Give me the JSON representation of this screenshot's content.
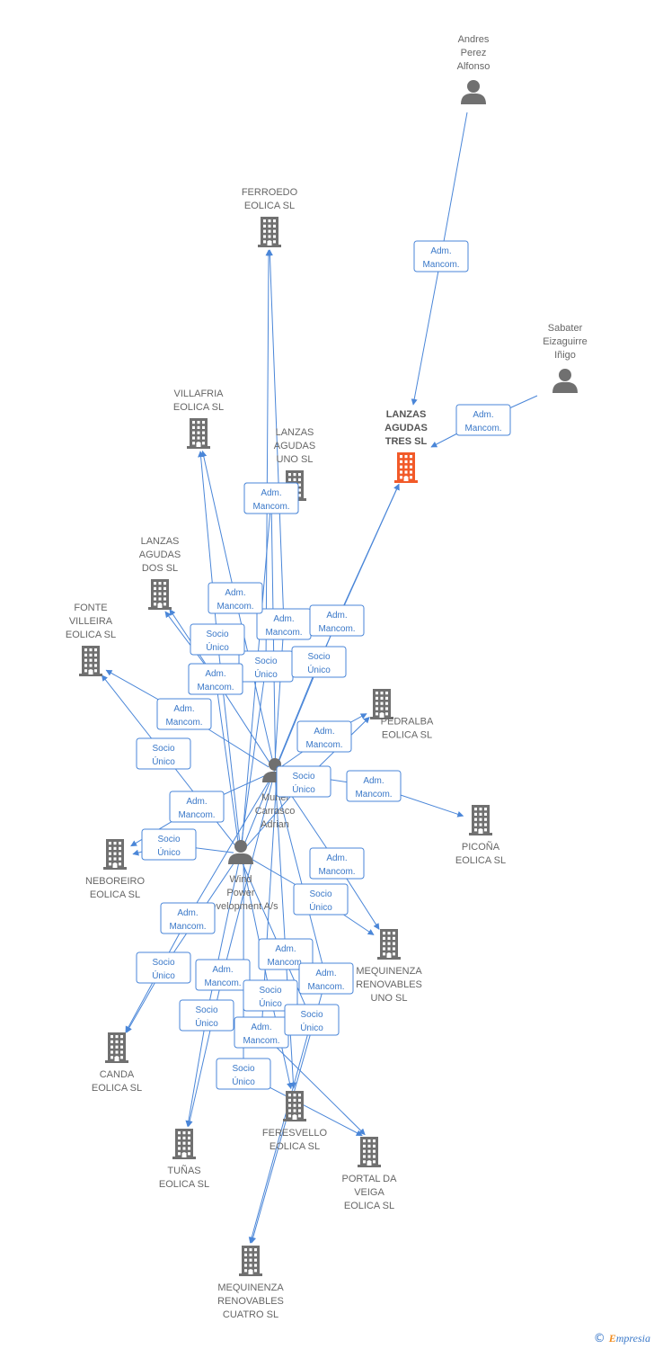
{
  "colors": {
    "edge": "#4a86d8",
    "company_icon": "#707070",
    "person_icon": "#707070",
    "highlight_company": "#f25a29",
    "label_text": "#666666",
    "role_text": "#3a78c8"
  },
  "nodes": [
    {
      "id": "andres",
      "kind": "person",
      "icon": "person-icon",
      "lines": [
        "Andres",
        "Perez",
        "Alfonso"
      ]
    },
    {
      "id": "sabater",
      "kind": "person",
      "icon": "person-icon",
      "lines": [
        "Sabater",
        "Eizaguirre",
        "Iñigo"
      ]
    },
    {
      "id": "ferroedo",
      "kind": "company",
      "icon": "building-icon",
      "lines": [
        "FERROEDO",
        "EOLICA  SL"
      ]
    },
    {
      "id": "lanzas_tres",
      "kind": "company",
      "icon": "building-icon",
      "highlight": true,
      "lines": [
        "LANZAS",
        "AGUDAS",
        "TRES  SL"
      ]
    },
    {
      "id": "villafria",
      "kind": "company",
      "icon": "building-icon",
      "lines": [
        "VILLAFRIA",
        "EOLICA  SL"
      ]
    },
    {
      "id": "lanzas_uno",
      "kind": "company",
      "icon": "building-icon",
      "lines": [
        "LANZAS",
        "AGUDAS",
        "UNO  SL"
      ]
    },
    {
      "id": "lanzas_dos",
      "kind": "company",
      "icon": "building-icon",
      "lines": [
        "LANZAS",
        "AGUDAS",
        "DOS  SL"
      ]
    },
    {
      "id": "fonte",
      "kind": "company",
      "icon": "building-icon",
      "lines": [
        "FONTE",
        "VILLEIRA",
        "EOLICA  SL"
      ]
    },
    {
      "id": "pedralba",
      "kind": "company",
      "icon": "building-icon",
      "lines": [
        "PEDRALBA",
        "EOLICA  SL"
      ]
    },
    {
      "id": "muriel",
      "kind": "person",
      "icon": "person-icon",
      "lines": [
        "Muriel",
        "Carrasco",
        "Adrian"
      ]
    },
    {
      "id": "picona",
      "kind": "company",
      "icon": "building-icon",
      "lines": [
        "PICOÑA",
        "EOLICA  SL"
      ]
    },
    {
      "id": "neboreiro",
      "kind": "company",
      "icon": "building-icon",
      "lines": [
        "NEBOREIRO",
        "EOLICA  SL"
      ]
    },
    {
      "id": "wind",
      "kind": "person",
      "icon": "person-icon",
      "lines": [
        "Wind",
        "Power",
        "Development A/s"
      ]
    },
    {
      "id": "mequinenza_uno",
      "kind": "company",
      "icon": "building-icon",
      "lines": [
        "MEQUINENZA",
        "RENOVABLES",
        "UNO  SL"
      ]
    },
    {
      "id": "canda",
      "kind": "company",
      "icon": "building-icon",
      "lines": [
        "CANDA",
        "EOLICA  SL"
      ]
    },
    {
      "id": "feresvello",
      "kind": "company",
      "icon": "building-icon",
      "lines": [
        "FERESVELLO",
        "EOLICA  SL"
      ]
    },
    {
      "id": "portal",
      "kind": "company",
      "icon": "building-icon",
      "lines": [
        "PORTAL DA",
        "VEIGA",
        "EOLICA  SL"
      ]
    },
    {
      "id": "tunas",
      "kind": "company",
      "icon": "building-icon",
      "lines": [
        "TUÑAS",
        "EOLICA  SL"
      ]
    },
    {
      "id": "mequinenza_cuatro",
      "kind": "company",
      "icon": "building-icon",
      "lines": [
        "MEQUINENZA",
        "RENOVABLES",
        "CUATRO  SL"
      ]
    }
  ],
  "edges": [
    {
      "from": "andres",
      "to": "lanzas_tres",
      "role": [
        "Adm.",
        "Mancom."
      ]
    },
    {
      "from": "sabater",
      "to": "lanzas_tres",
      "role": [
        "Adm.",
        "Mancom."
      ]
    },
    {
      "from": "muriel",
      "to": "lanzas_uno",
      "role": [
        "Adm.",
        "Mancom."
      ]
    },
    {
      "from": "wind",
      "to": "lanzas_uno",
      "role": [
        "Adm.",
        "Mancom."
      ]
    },
    {
      "from": "muriel",
      "to": "ferroedo",
      "role": [
        "Adm.",
        "Mancom."
      ]
    },
    {
      "from": "wind",
      "to": "ferroedo",
      "role": [
        "Socio",
        "Único"
      ]
    },
    {
      "from": "muriel",
      "to": "lanzas_tres",
      "role": [
        "Adm.",
        "Mancom."
      ]
    },
    {
      "from": "wind",
      "to": "lanzas_tres",
      "role": [
        "Socio",
        "Único"
      ]
    },
    {
      "from": "muriel",
      "to": "villafria",
      "role": [
        "Adm.",
        "Mancom."
      ]
    },
    {
      "from": "wind",
      "to": "villafria",
      "role": [
        "Socio",
        "Único"
      ]
    },
    {
      "from": "muriel",
      "to": "lanzas_dos",
      "role": [
        "Adm.",
        "Mancom."
      ]
    },
    {
      "from": "wind",
      "to": "lanzas_dos",
      "role": [
        "Adm.",
        "Mancom."
      ]
    },
    {
      "from": "muriel",
      "to": "fonte",
      "role": [
        "Adm.",
        "Mancom."
      ]
    },
    {
      "from": "wind",
      "to": "fonte",
      "role": [
        "Socio",
        "Único"
      ]
    },
    {
      "from": "muriel",
      "to": "pedralba",
      "role": [
        "Adm.",
        "Mancom."
      ]
    },
    {
      "from": "wind",
      "to": "pedralba",
      "role": [
        "Socio",
        "Único"
      ]
    },
    {
      "from": "muriel",
      "to": "picona",
      "role": [
        "Adm.",
        "Mancom."
      ]
    },
    {
      "from": "muriel",
      "to": "neboreiro",
      "role": [
        "Adm.",
        "Mancom."
      ]
    },
    {
      "from": "wind",
      "to": "neboreiro",
      "role": [
        "Socio",
        "Único"
      ]
    },
    {
      "from": "muriel",
      "to": "mequinenza_uno",
      "role": [
        "Adm.",
        "Mancom."
      ]
    },
    {
      "from": "wind",
      "to": "mequinenza_uno",
      "role": [
        "Socio",
        "Único"
      ]
    },
    {
      "from": "muriel",
      "to": "canda",
      "role": [
        "Adm.",
        "Mancom."
      ]
    },
    {
      "from": "wind",
      "to": "canda",
      "role": [
        "Socio",
        "Único"
      ]
    },
    {
      "from": "muriel",
      "to": "tunas",
      "role": [
        "Adm.",
        "Mancom."
      ]
    },
    {
      "from": "wind",
      "to": "tunas",
      "role": [
        "Socio",
        "Único"
      ]
    },
    {
      "from": "muriel",
      "to": "feresvello",
      "role": [
        "Adm.",
        "Mancom."
      ]
    },
    {
      "from": "wind",
      "to": "feresvello",
      "role": [
        "Socio",
        "Único"
      ]
    },
    {
      "from": "muriel",
      "to": "portal",
      "role": [
        "Adm.",
        "Mancom."
      ]
    },
    {
      "from": "wind",
      "to": "portal",
      "role": [
        "Socio",
        "Único"
      ]
    },
    {
      "from": "muriel",
      "to": "mequinenza_cuatro",
      "role": [
        "Adm.",
        "Mancom."
      ]
    },
    {
      "from": "wind",
      "to": "mequinenza_cuatro",
      "role": [
        "Socio",
        "Único"
      ]
    }
  ],
  "footer": {
    "copyright_symbol": "©",
    "brand_initial": "E",
    "brand_rest": "mpresia"
  }
}
